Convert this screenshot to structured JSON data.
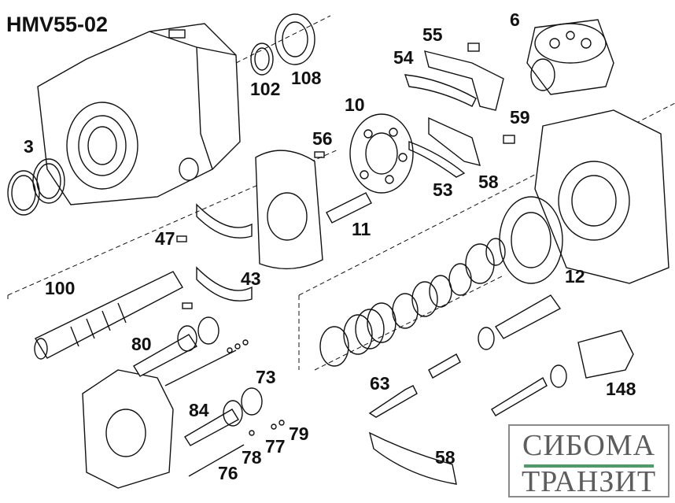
{
  "title": "HMV55-02",
  "labels": {
    "p6": "6",
    "p55": "55",
    "p54": "54",
    "p102": "102",
    "p108": "108",
    "p10": "10",
    "p59": "59",
    "p3": "3",
    "p56": "56",
    "p53": "53",
    "p58a": "58",
    "p47": "47",
    "p11": "11",
    "p12": "12",
    "p100": "100",
    "p43": "43",
    "p80": "80",
    "p73": "73",
    "p63": "63",
    "p148": "148",
    "p84": "84",
    "p79": "79",
    "p77": "77",
    "p78": "78",
    "p76": "76",
    "p58b": "58"
  },
  "logo": {
    "line1": "СИБОМА",
    "line2": "ТРАНЗИТ",
    "accent": "#4f9a6a"
  }
}
